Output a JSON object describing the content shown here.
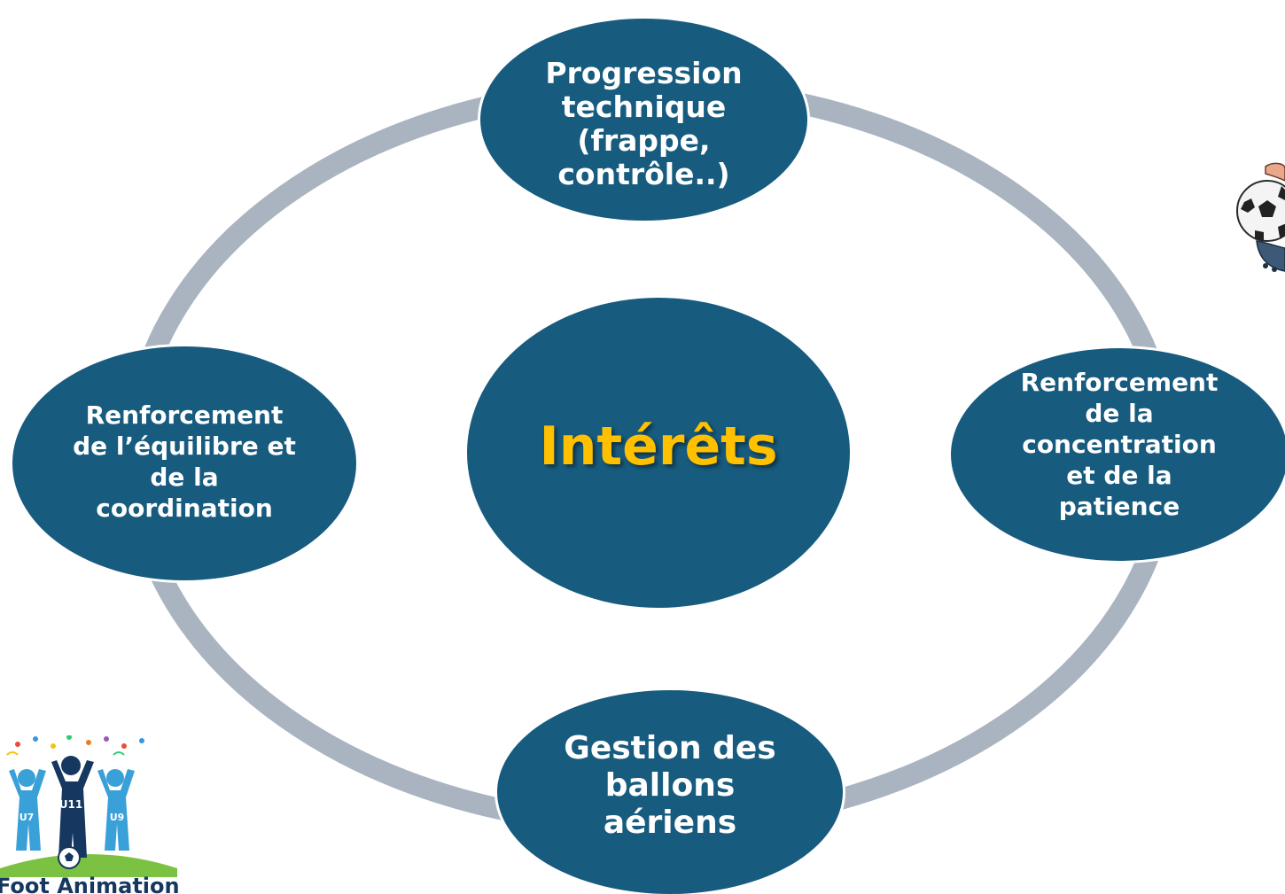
{
  "diagram": {
    "center": {
      "label": "Intérêts",
      "label_color": "#ffc000"
    },
    "nodes": {
      "top": "Progression\ntechnique\n(frappe,\ncontrôle..)",
      "left": "Renforcement\nde l’équilibre et\nde la\ncoordination",
      "right": "Renforcement\nde la\nconcentration\net de la\npatience",
      "bottom": "Gestion des\nballons\naériens"
    },
    "colors": {
      "node_fill": "#175b7f",
      "ring": "#a9b4c0",
      "node_text": "#ffffff"
    }
  },
  "logo": {
    "text": "Foot Animation",
    "badges": [
      "U7",
      "U11",
      "U9"
    ]
  },
  "decor": {
    "illustration": "soccer-ball-and-boot-icon"
  }
}
